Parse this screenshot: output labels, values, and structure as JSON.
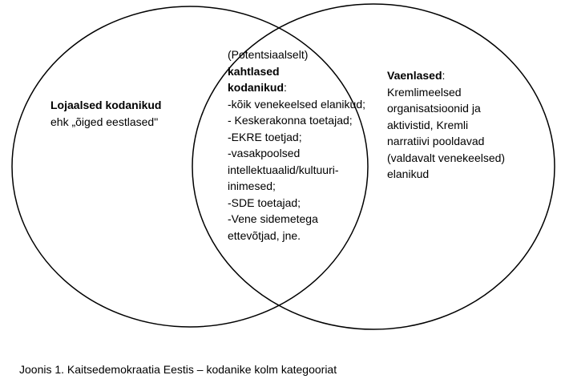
{
  "left_set": {
    "title": "Lojaalsed kodanikud",
    "subtitle": "ehk „õiged eestlased\""
  },
  "intersection": {
    "prefix": "(Potentsiaalselt)",
    "title_line1": "kahtlased",
    "title_line2": "kodanikud",
    "title_suffix": ":",
    "items": [
      "-kõik venekeelsed  elanikud;",
      "- Keskerakonna toetajad;",
      "-EKRE toetjad;",
      "-vasakpoolsed",
      "intellektuaalid/kultuuri-",
      "inimesed;",
      "-SDE toetajad;",
      "-Vene sidemetega",
      "ettevõtjad, jne."
    ]
  },
  "right_set": {
    "title": "Vaenlased",
    "title_suffix": ":",
    "lines": [
      "Kremlimeelsed",
      "organisatsioonid ja",
      "aktivistid, Kremli",
      "narratiivi pooldavad",
      "(valdavalt venekeelsed)",
      "elanikud"
    ]
  },
  "caption": "Joonis 1. Kaitsedemokraatia Eestis – kodanike kolm kategooriat",
  "colors": {
    "stroke": "#000000",
    "text": "#000000",
    "background": "#ffffff"
  }
}
